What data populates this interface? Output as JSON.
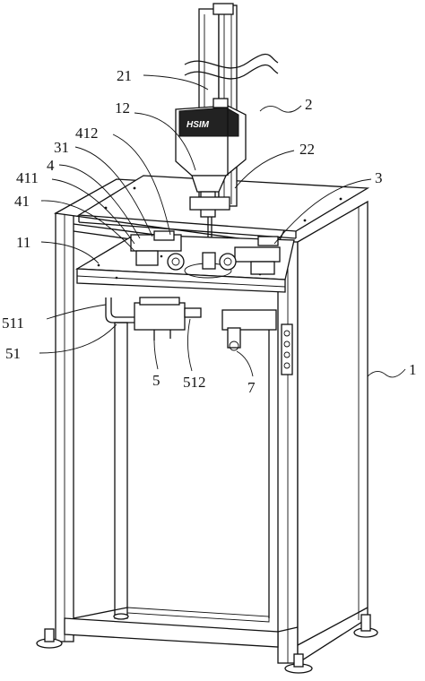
{
  "figure": {
    "brand_mark": "HSIM",
    "labels": {
      "l21": "21",
      "l2": "2",
      "l12": "12",
      "l412": "412",
      "l22": "22",
      "l31": "31",
      "l4": "4",
      "l411": "411",
      "l3": "3",
      "l41": "41",
      "l11": "11",
      "l511": "511",
      "l51": "51",
      "l5": "5",
      "l512": "512",
      "l7": "7",
      "l1": "1"
    }
  }
}
